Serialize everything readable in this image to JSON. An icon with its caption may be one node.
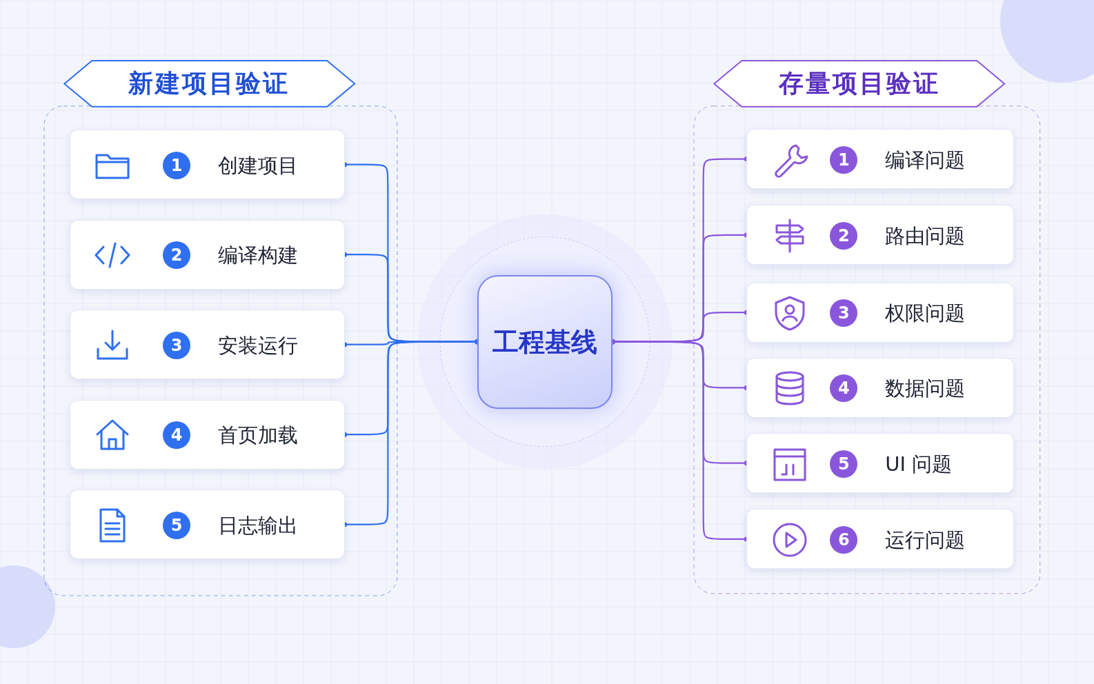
{
  "diagram": {
    "nodes": [
      {
        "text": [
          "新建项目验证"
        ]
      },
      {
        "text": [
          "1",
          "创建项目"
        ],
        "in": 0
      },
      {
        "text": [
          "2",
          "编译构建"
        ],
        "in": 0
      },
      {
        "text": [
          "3",
          "安装运行"
        ],
        "in": 0
      },
      {
        "text": [
          "4",
          "首页加载"
        ],
        "in": 0
      },
      {
        "text": [
          "5",
          "日志输出"
        ],
        "in": 0
      },
      {
        "text": [
          "工程基线"
        ]
      },
      {
        "text": [
          "存量项目验证"
        ]
      },
      {
        "text": [
          "1",
          "编译问题"
        ],
        "in": 7
      },
      {
        "text": [
          "2",
          "路由问题"
        ],
        "in": 7
      },
      {
        "text": [
          "3",
          "权限问题"
        ],
        "in": 7
      },
      {
        "text": [
          "4",
          "数据问题"
        ],
        "in": 7
      },
      {
        "text": [
          "5",
          "UI 问题"
        ],
        "in": 7
      },
      {
        "text": [
          "6",
          "运行问题"
        ],
        "in": 7
      }
    ],
    "edges": [
      {
        "from": 6,
        "to": 1,
        "arrow": "other",
        "color": "#2f6ff0"
      },
      {
        "from": 6,
        "to": 2,
        "arrow": "other",
        "color": "#2f6ff0"
      },
      {
        "from": 6,
        "to": 3,
        "arrow": "other",
        "color": "#2f6ff0"
      },
      {
        "from": 6,
        "to": 4,
        "arrow": "other",
        "color": "#2f6ff0"
      },
      {
        "from": 6,
        "to": 5,
        "arrow": "other",
        "color": "#2f6ff0"
      },
      {
        "from": 6,
        "to": 8,
        "arrow": "other"
      },
      {
        "from": 6,
        "to": 9,
        "arrow": "other"
      },
      {
        "from": 6,
        "to": 10,
        "arrow": "other"
      },
      {
        "from": 6,
        "to": 11,
        "arrow": "other"
      },
      {
        "from": 6,
        "to": 12,
        "arrow": "other"
      },
      {
        "from": 6,
        "to": 13,
        "arrow": "other"
      }
    ]
  }
}
